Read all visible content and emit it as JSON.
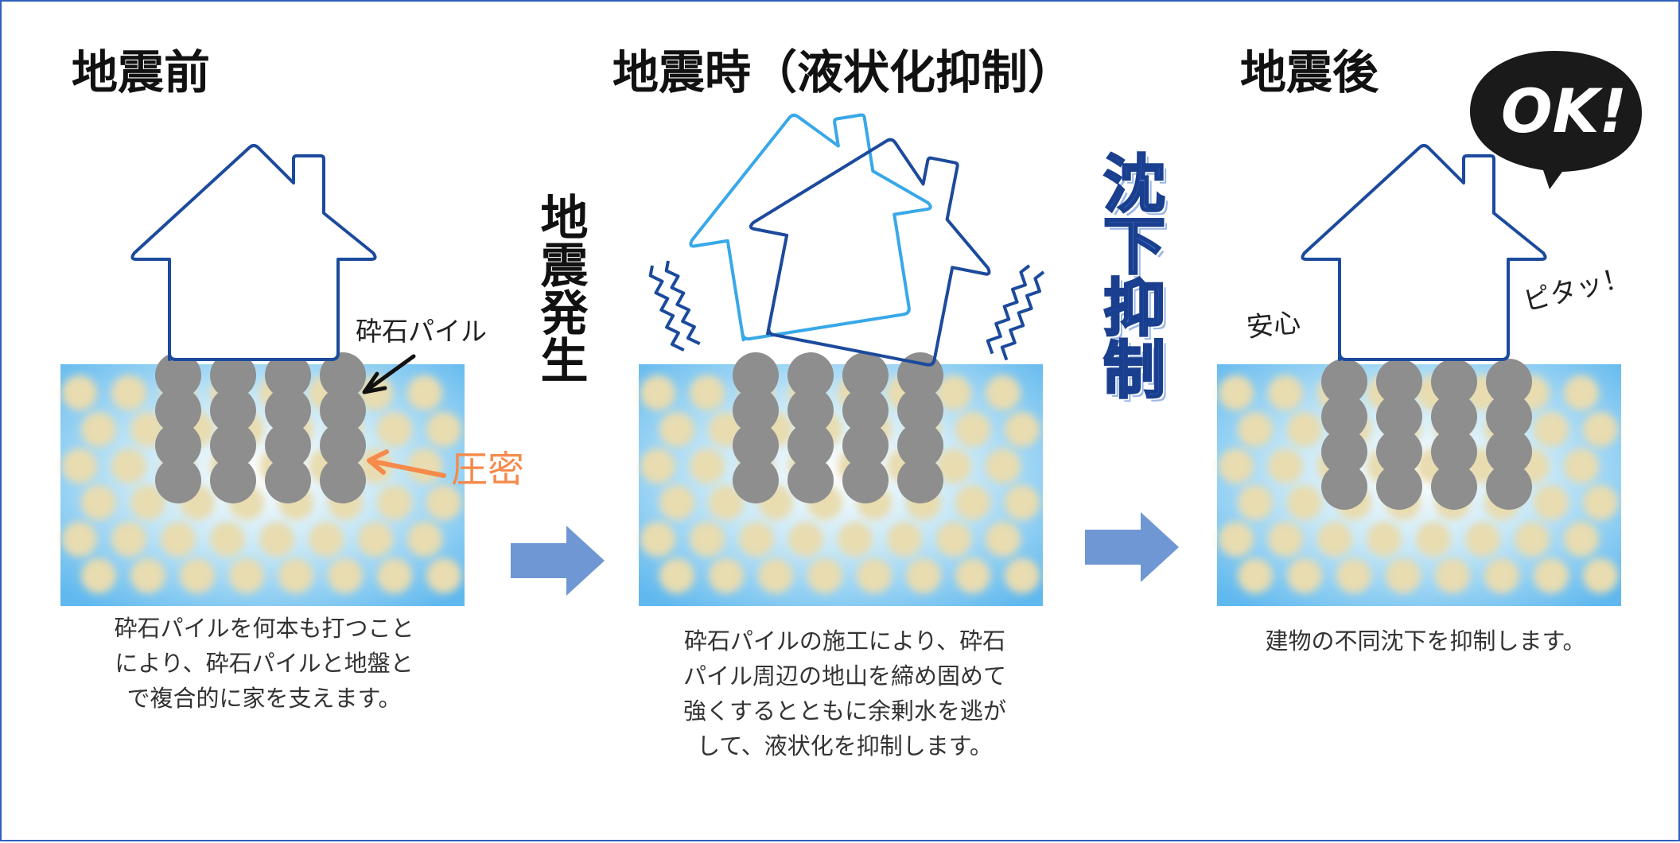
{
  "stages": [
    {
      "title": "地震前",
      "caption": [
        "砕石パイルを何本も打つこと",
        "により、砕石パイルと地盤と",
        "で複合的に家を支えます。"
      ]
    },
    {
      "title": "地震時（液状化抑制）",
      "caption": [
        "砕石パイルの施工により、砕石",
        "パイル周辺の地山を締め固めて",
        "強くするとともに余剰水を逃が",
        "して、液状化を抑制します。"
      ]
    },
    {
      "title": "地震後",
      "caption": [
        "建物の不同沈下を抑制します。"
      ]
    }
  ],
  "labels": {
    "pile": "砕石パイル",
    "compaction": "圧密",
    "quake_occurs": "地震発生",
    "settlement_suppression": "沈下抑制",
    "relief": "安心",
    "fit": "ピタッ！",
    "ok": "OK!"
  },
  "colors": {
    "house_dark": "#1c4a9c",
    "house_light": "#38a8e8",
    "ground_blue": "#a9daf5",
    "sand": "#e8dcb0",
    "pile_gray": "#8e8e8e",
    "arrow_blue": "#6f97d4",
    "compaction_orange": "#f58a4b",
    "border": "#2f5fbf"
  }
}
